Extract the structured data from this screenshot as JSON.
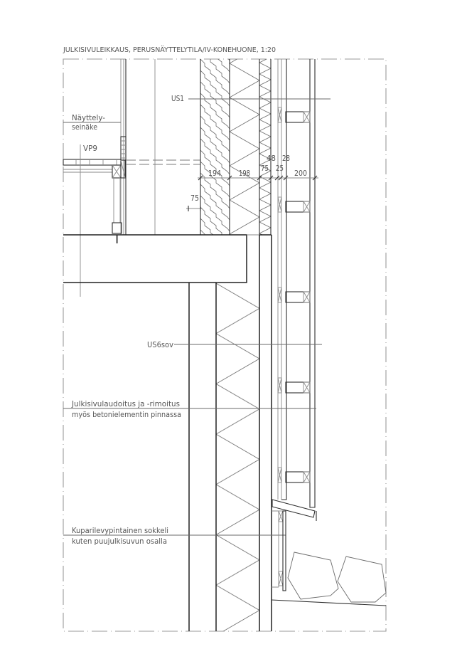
{
  "drawing": {
    "title": "JULKISIVULEIKKAUS, PERUSNÄYTTELYTILA/IV-KONEHUONE, 1:20"
  },
  "labels": {
    "exhibition_wall_line1": "Näyttely-",
    "exhibition_wall_line2": "seinäke",
    "floor_type": "VP9",
    "wall_type_upper": "US1",
    "wall_type_lower": "US6sov",
    "cladding_note_line1": "Julkisivulaudoitus ja -rimoitus",
    "cladding_note_line2": "myös betonielementin pinnassa",
    "plinth_note_line1": "Kuparilevypintainen sokkeli",
    "plinth_note_line2": "kuten puujulkisuvun osalla"
  },
  "dimensions": {
    "log_wall": "194",
    "main_insulation": "198",
    "secondary_insulation": "75",
    "air_gap": "48",
    "batten": "25",
    "cladding_board": "28",
    "cladding_depth": "200",
    "inner_offset": "75"
  },
  "colors": {
    "line": "#2e2e2e",
    "hatch": "#6e6e6e",
    "text": "#555555",
    "border": "#9a9a9a",
    "background": "#ffffff"
  }
}
